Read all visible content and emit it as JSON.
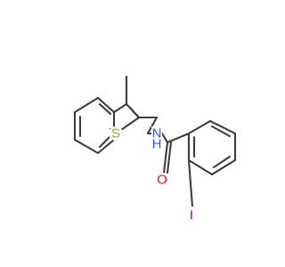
{
  "molecule": {
    "atoms": {
      "sulfur": {
        "symbol": "S",
        "color": "#b3a10c"
      },
      "nitrogen": {
        "symbol": "N",
        "color": "#3050f8"
      },
      "hydrogen_on_n": {
        "symbol": "H",
        "color": "#3050f8"
      },
      "oxygen": {
        "symbol": "O",
        "color": "#ff0d0d"
      },
      "iodine": {
        "symbol": "I",
        "color": "#940094"
      }
    },
    "bond_color": "#3d3d3d",
    "background_color": "#ffffff"
  }
}
